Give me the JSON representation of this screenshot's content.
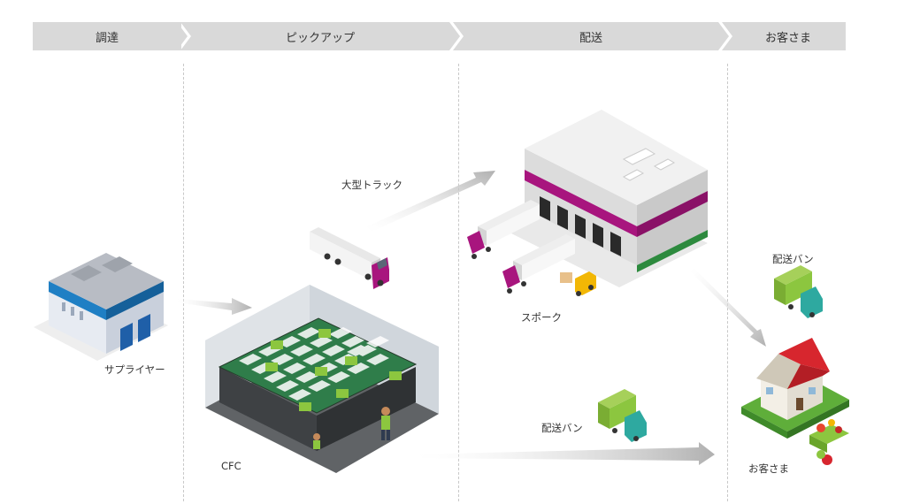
{
  "stages": [
    {
      "label": "調達"
    },
    {
      "label": "ピックアップ"
    },
    {
      "label": "配送"
    },
    {
      "label": "お客さま"
    }
  ],
  "labels": {
    "supplier": "サプライヤー",
    "cfc": "CFC",
    "large_truck": "大型トラック",
    "spoke": "スポーク",
    "van_top": "配送バン",
    "van_bottom": "配送バン",
    "customer": "お客さま"
  },
  "colors": {
    "stage_bg": "#d9d9d9",
    "magenta": "#a8157e",
    "green": "#8cc63f",
    "blue": "#1f7fc4",
    "house_roof": "#d7262e",
    "arrow": "#b5b5b5"
  }
}
